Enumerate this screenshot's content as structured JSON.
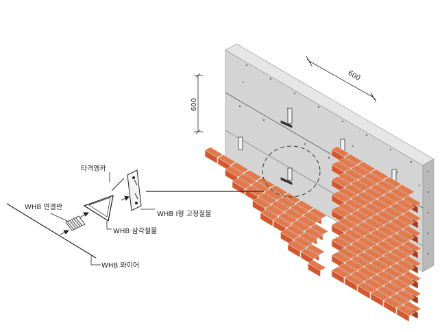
{
  "dimensions": {
    "horizontal": "600",
    "vertical": "600"
  },
  "labels": {
    "anchor_pin": "타격앵카",
    "connector_plate": "WHB 연결판",
    "triangle_bracket": "WHB 삼각철물",
    "i_fixing_bracket": "WHB I형 고정철물",
    "wire": "WHB 와이어"
  },
  "colors": {
    "brick": "#d4562f",
    "brick_top": "#e07a4d",
    "brick_side": "#a63c1e",
    "mortar": "#e9e0d6",
    "panel_face": "#d7d7d7",
    "panel_top": "#e8e8e8",
    "panel_side": "#bdbdbd",
    "line": "#222222"
  }
}
